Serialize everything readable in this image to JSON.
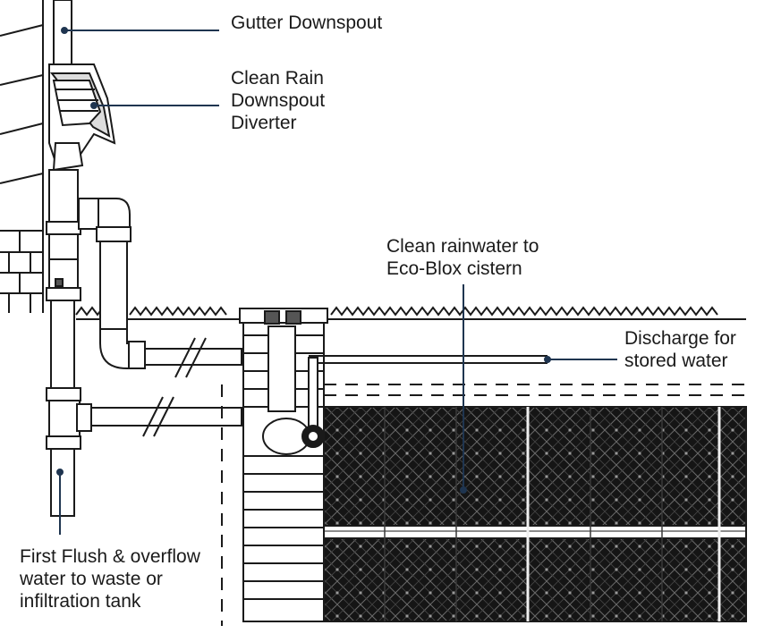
{
  "labels": {
    "gutter_downspout": "Gutter Downspout",
    "diverter": [
      "Clean Rain",
      "Downspout",
      "Diverter"
    ],
    "clean_rainwater": [
      "Clean rainwater to",
      "Eco-Blox cistern"
    ],
    "discharge": [
      "Discharge for",
      "stored water"
    ],
    "first_flush": [
      "First Flush & overflow",
      "water to waste or",
      "infiltration tank"
    ]
  },
  "colors": {
    "line": "#1a1a1a",
    "leader": "#1f3550",
    "cistern_fill": "#151515",
    "background": "#ffffff"
  }
}
